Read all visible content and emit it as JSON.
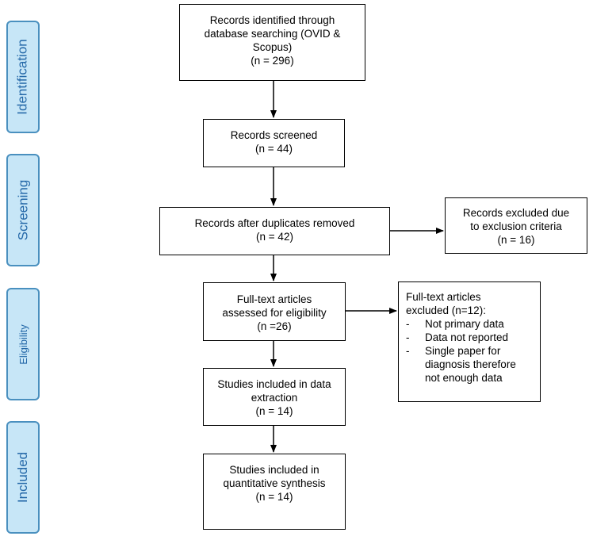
{
  "stages": [
    {
      "label": "Identification"
    },
    {
      "label": "Screening"
    },
    {
      "label": "Eligibility"
    },
    {
      "label": "Included"
    }
  ],
  "boxes": {
    "identified": {
      "lines": [
        "Records identified through",
        "database searching (OVID &",
        "Scopus)",
        "(n = 296)"
      ]
    },
    "screened": {
      "lines": [
        "Records screened",
        "(n = 44)"
      ]
    },
    "after_duplicates": {
      "lines": [
        "Records after duplicates removed",
        "(n = 42)"
      ]
    },
    "excluded_criteria": {
      "lines": [
        "Records excluded due",
        "to exclusion criteria",
        "(n = 16)"
      ]
    },
    "fulltext_assessed": {
      "lines": [
        "Full-text articles",
        "assessed for eligibility",
        "(n =26)"
      ]
    },
    "fulltext_excluded": {
      "heading_lines": [
        "Full-text articles",
        "excluded (n=12):"
      ],
      "bullet_marker": "-",
      "reasons": [
        {
          "lines": [
            "Not primary data"
          ]
        },
        {
          "lines": [
            "Data not reported"
          ]
        },
        {
          "lines": [
            "Single paper for",
            "diagnosis therefore",
            "not enough data"
          ]
        }
      ]
    },
    "data_extraction": {
      "lines": [
        "Studies included in data",
        "extraction",
        "(n = 14)"
      ]
    },
    "quantitative_synthesis": {
      "lines": [
        "Studies included in",
        "quantitative synthesis",
        "(n = 14)"
      ]
    }
  }
}
